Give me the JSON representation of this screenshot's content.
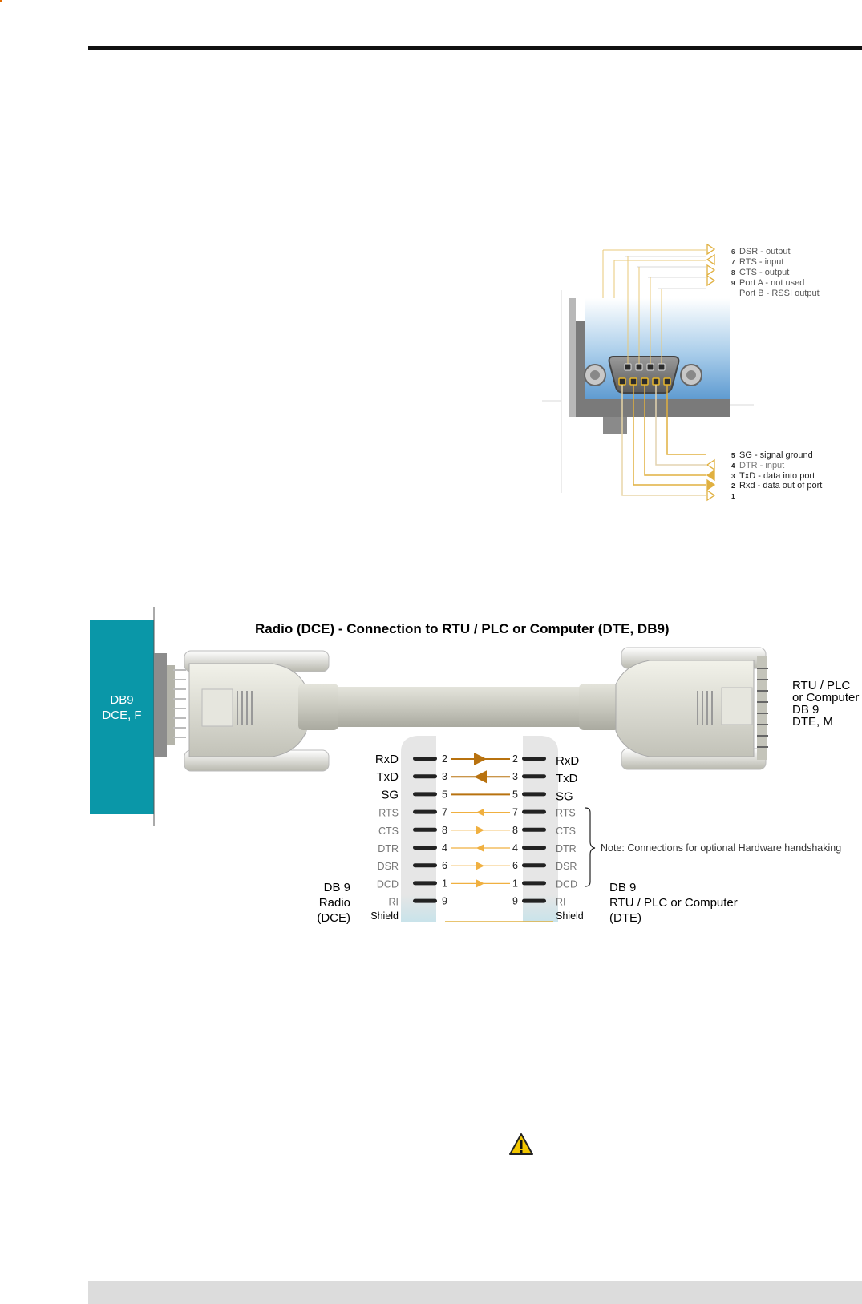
{
  "port_diagram": {
    "top_labels": [
      {
        "num": "6",
        "text": "DSR - output"
      },
      {
        "num": "7",
        "text": "RTS - input"
      },
      {
        "num": "8",
        "text": "CTS - output"
      },
      {
        "num": "9",
        "text": "Port A - not used"
      },
      {
        "num": "",
        "text": "Port B - RSSI output"
      }
    ],
    "bottom_labels": [
      {
        "num": "5",
        "text": "SG - signal ground"
      },
      {
        "num": "4",
        "text": "DTR - input"
      },
      {
        "num": "3",
        "text": "TxD - data into port"
      },
      {
        "num": "2",
        "text": "Rxd - data out of port"
      },
      {
        "num": "1",
        "text": ""
      }
    ]
  },
  "cable_diagram": {
    "title": "Radio (DCE) - Connection to RTU / PLC or Computer (DTE, DB9)",
    "radio_box": {
      "line1": "DB9",
      "line2": "DCE, F",
      "color": "#0a97a8"
    },
    "right_device": {
      "line1": "RTU / PLC",
      "line2": "or Computer",
      "line3": "DB 9",
      "line4": "DTE, M"
    },
    "left_caption": {
      "line1": "DB 9",
      "line2": "Radio",
      "line3": "(DCE)"
    },
    "right_caption": {
      "line1": "DB 9",
      "line2": "RTU / PLC or Computer",
      "line3": "(DTE)"
    },
    "note": "Note: Connections for optional Hardware handshaking",
    "pins": [
      {
        "left": "RxD",
        "lnum": "2",
        "rnum": "2",
        "right": "RxD",
        "dir": "right",
        "main": true
      },
      {
        "left": "TxD",
        "lnum": "3",
        "rnum": "3",
        "right": "TxD",
        "dir": "left",
        "main": true
      },
      {
        "left": "SG",
        "lnum": "5",
        "rnum": "5",
        "right": "SG",
        "dir": "none",
        "main": true
      },
      {
        "left": "RTS",
        "lnum": "7",
        "rnum": "7",
        "right": "RTS",
        "dir": "left",
        "main": false
      },
      {
        "left": "CTS",
        "lnum": "8",
        "rnum": "8",
        "right": "CTS",
        "dir": "right",
        "main": false
      },
      {
        "left": "DTR",
        "lnum": "4",
        "rnum": "4",
        "right": "DTR",
        "dir": "left",
        "main": false
      },
      {
        "left": "DSR",
        "lnum": "6",
        "rnum": "6",
        "right": "DSR",
        "dir": "right",
        "main": false
      },
      {
        "left": "DCD",
        "lnum": "1",
        "rnum": "1",
        "right": "DCD",
        "dir": "right",
        "main": false
      },
      {
        "left": "RI",
        "lnum": "9",
        "rnum": "9",
        "right": "RI",
        "dir": "none",
        "main": false,
        "noline": true
      }
    ],
    "shield_left": "Shield",
    "shield_right": "Shield",
    "colors": {
      "main_wire": "#b8720f",
      "opt_wire": "#f0b040",
      "arrow_main": "#b8720f"
    }
  },
  "icons": {
    "warning": "warning-icon"
  }
}
